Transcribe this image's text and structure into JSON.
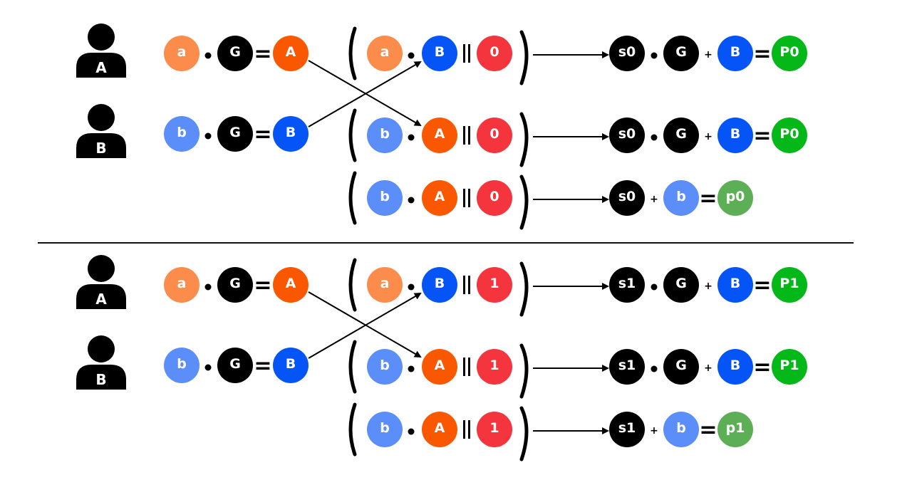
{
  "colors": {
    "light_orange": "#fb8c4b",
    "orange": "#fa5800",
    "black": "#000000",
    "light_blue": "#5b8ef9",
    "blue": "#0554f5",
    "red": "#f4353d",
    "green": "#03b818",
    "light_green": "#5caf55",
    "white": "#ffffff",
    "separator": "#111111"
  },
  "icons": [
    "person-icon",
    "right-arrow-icon",
    "crossing-arrow-icon"
  ],
  "symbols": {
    "dot": "•",
    "equals": "=",
    "plus": "+",
    "concat": "‖"
  },
  "sections": [
    {
      "users": [
        {
          "label": "A",
          "eq": [
            {
              "text": "a",
              "color": "light_orange"
            },
            {
              "text": "G",
              "color": "black"
            },
            {
              "text": "A",
              "color": "orange"
            }
          ]
        },
        {
          "label": "B",
          "eq": [
            {
              "text": "b",
              "color": "light_blue"
            },
            {
              "text": "G",
              "color": "black"
            },
            {
              "text": "B",
              "color": "blue"
            }
          ]
        }
      ],
      "hash_rows": [
        {
          "inputs": [
            {
              "text": "a",
              "color": "light_orange"
            },
            {
              "text": "B",
              "color": "blue"
            },
            {
              "text": "0",
              "color": "red"
            }
          ],
          "result": [
            {
              "text": "s0",
              "color": "black"
            },
            {
              "op": "dot"
            },
            {
              "text": "G",
              "color": "black"
            },
            {
              "op": "plus"
            },
            {
              "text": "B",
              "color": "blue"
            },
            {
              "op": "equals"
            },
            {
              "text": "P0",
              "color": "green"
            }
          ]
        },
        {
          "inputs": [
            {
              "text": "b",
              "color": "light_blue"
            },
            {
              "text": "A",
              "color": "orange"
            },
            {
              "text": "0",
              "color": "red"
            }
          ],
          "result": [
            {
              "text": "s0",
              "color": "black"
            },
            {
              "op": "dot"
            },
            {
              "text": "G",
              "color": "black"
            },
            {
              "op": "plus"
            },
            {
              "text": "B",
              "color": "blue"
            },
            {
              "op": "equals"
            },
            {
              "text": "P0",
              "color": "green"
            }
          ]
        },
        {
          "inputs": [
            {
              "text": "b",
              "color": "light_blue"
            },
            {
              "text": "A",
              "color": "orange"
            },
            {
              "text": "0",
              "color": "red"
            }
          ],
          "result": [
            {
              "text": "s0",
              "color": "black"
            },
            {
              "op": "plus"
            },
            {
              "text": "b",
              "color": "light_blue"
            },
            {
              "op": "equals"
            },
            {
              "text": "p0",
              "color": "light_green"
            }
          ]
        }
      ]
    },
    {
      "users": [
        {
          "label": "A",
          "eq": [
            {
              "text": "a",
              "color": "light_orange"
            },
            {
              "text": "G",
              "color": "black"
            },
            {
              "text": "A",
              "color": "orange"
            }
          ]
        },
        {
          "label": "B",
          "eq": [
            {
              "text": "b",
              "color": "light_blue"
            },
            {
              "text": "G",
              "color": "black"
            },
            {
              "text": "B",
              "color": "blue"
            }
          ]
        }
      ],
      "hash_rows": [
        {
          "inputs": [
            {
              "text": "a",
              "color": "light_orange"
            },
            {
              "text": "B",
              "color": "blue"
            },
            {
              "text": "1",
              "color": "red"
            }
          ],
          "result": [
            {
              "text": "s1",
              "color": "black"
            },
            {
              "op": "dot"
            },
            {
              "text": "G",
              "color": "black"
            },
            {
              "op": "plus"
            },
            {
              "text": "B",
              "color": "blue"
            },
            {
              "op": "equals"
            },
            {
              "text": "P1",
              "color": "green"
            }
          ]
        },
        {
          "inputs": [
            {
              "text": "b",
              "color": "light_blue"
            },
            {
              "text": "A",
              "color": "orange"
            },
            {
              "text": "1",
              "color": "red"
            }
          ],
          "result": [
            {
              "text": "s1",
              "color": "black"
            },
            {
              "op": "dot"
            },
            {
              "text": "G",
              "color": "black"
            },
            {
              "op": "plus"
            },
            {
              "text": "B",
              "color": "blue"
            },
            {
              "op": "equals"
            },
            {
              "text": "P1",
              "color": "green"
            }
          ]
        },
        {
          "inputs": [
            {
              "text": "b",
              "color": "light_blue"
            },
            {
              "text": "A",
              "color": "orange"
            },
            {
              "text": "1",
              "color": "red"
            }
          ],
          "result": [
            {
              "text": "s1",
              "color": "black"
            },
            {
              "op": "plus"
            },
            {
              "text": "b",
              "color": "light_blue"
            },
            {
              "op": "equals"
            },
            {
              "text": "p1",
              "color": "light_green"
            }
          ]
        }
      ]
    }
  ]
}
